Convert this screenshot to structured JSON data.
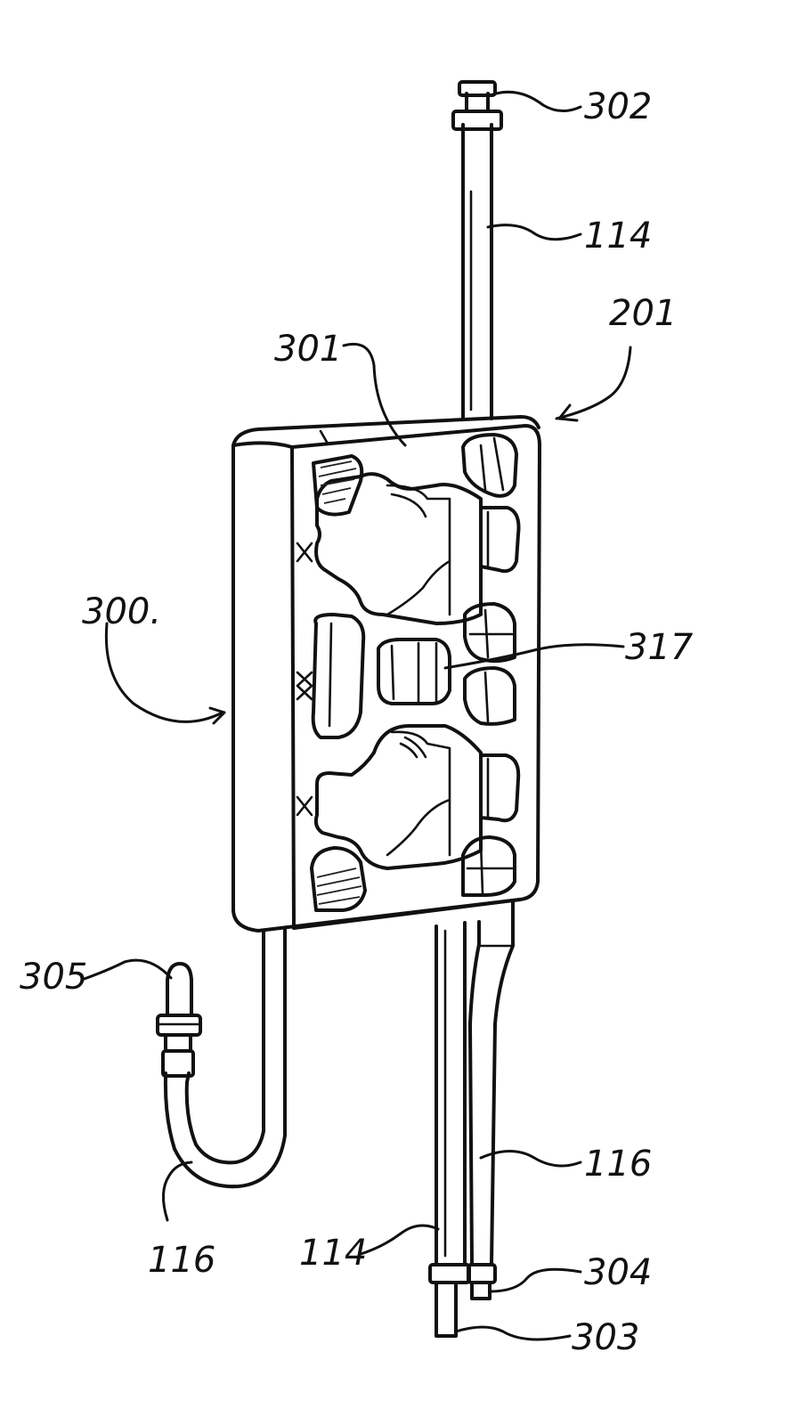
{
  "labels": {
    "n302": "302",
    "n114_top": "114",
    "n201": "201",
    "n301": "301",
    "n300": "300.",
    "n317": "317",
    "n305": "305",
    "n116_left": "116",
    "n116_right": "116",
    "n114_bottom": "114",
    "n304": "304",
    "n303": "303"
  }
}
